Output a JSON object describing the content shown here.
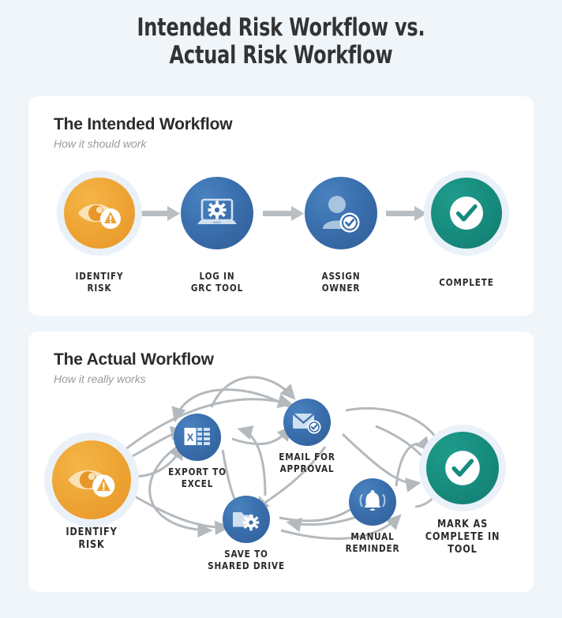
{
  "theme": {
    "page_background": "#f0f5fa",
    "card_background": "#ffffff",
    "accent_blue": "#336aa8",
    "accent_orange": "#eda332",
    "accent_teal": "#168b7d",
    "arrow_gray": "#b4b9bd",
    "halo": "#eaf1f8",
    "title_color": "#333333",
    "subtitle_color": "#9a9a9a"
  },
  "title": {
    "line1": "Intended Risk Workflow vs.",
    "line2": "Actual Risk Workflow"
  },
  "intended": {
    "heading": "The Intended Workflow",
    "subheading": "How it should work",
    "steps": [
      {
        "id": "identify-risk",
        "label": "IDENTIFY\nRISK",
        "icon": "eye-warning-icon",
        "color": "orange"
      },
      {
        "id": "log-in-grc-tool",
        "label": "LOG IN\nGRC TOOL",
        "icon": "laptop-gear-icon",
        "color": "blue"
      },
      {
        "id": "assign-owner",
        "label": "ASSIGN\nOWNER",
        "icon": "user-check-icon",
        "color": "blue"
      },
      {
        "id": "complete",
        "label": "COMPLETE",
        "icon": "check-circle-icon",
        "color": "teal"
      }
    ],
    "connector": "arrow-right-icon",
    "connector_count": 3
  },
  "actual": {
    "heading": "The Actual Workflow",
    "subheading": "How it really works",
    "steps": [
      {
        "id": "identify-risk",
        "label": "IDENTIFY\nRISK",
        "icon": "eye-warning-icon",
        "color": "orange"
      },
      {
        "id": "export-to-excel",
        "label": "EXPORT TO\nEXCEL",
        "icon": "excel-spreadsheet-icon",
        "color": "blue"
      },
      {
        "id": "email-for-approval",
        "label": "EMAIL FOR\nAPPROVAL",
        "icon": "envelope-check-icon",
        "color": "blue"
      },
      {
        "id": "save-to-shared-drive",
        "label": "SAVE TO\nSHARED DRIVE",
        "icon": "folder-gear-icon",
        "color": "blue"
      },
      {
        "id": "manual-reminder",
        "label": "MANUAL\nREMINDER",
        "icon": "bell-ringing-icon",
        "color": "blue"
      },
      {
        "id": "mark-as-complete-in-tool",
        "label": "MARK AS\nCOMPLETE IN\nTOOL",
        "icon": "check-circle-icon",
        "color": "teal"
      }
    ],
    "connector": "curved-arrow-icon",
    "connector_count": 19
  }
}
